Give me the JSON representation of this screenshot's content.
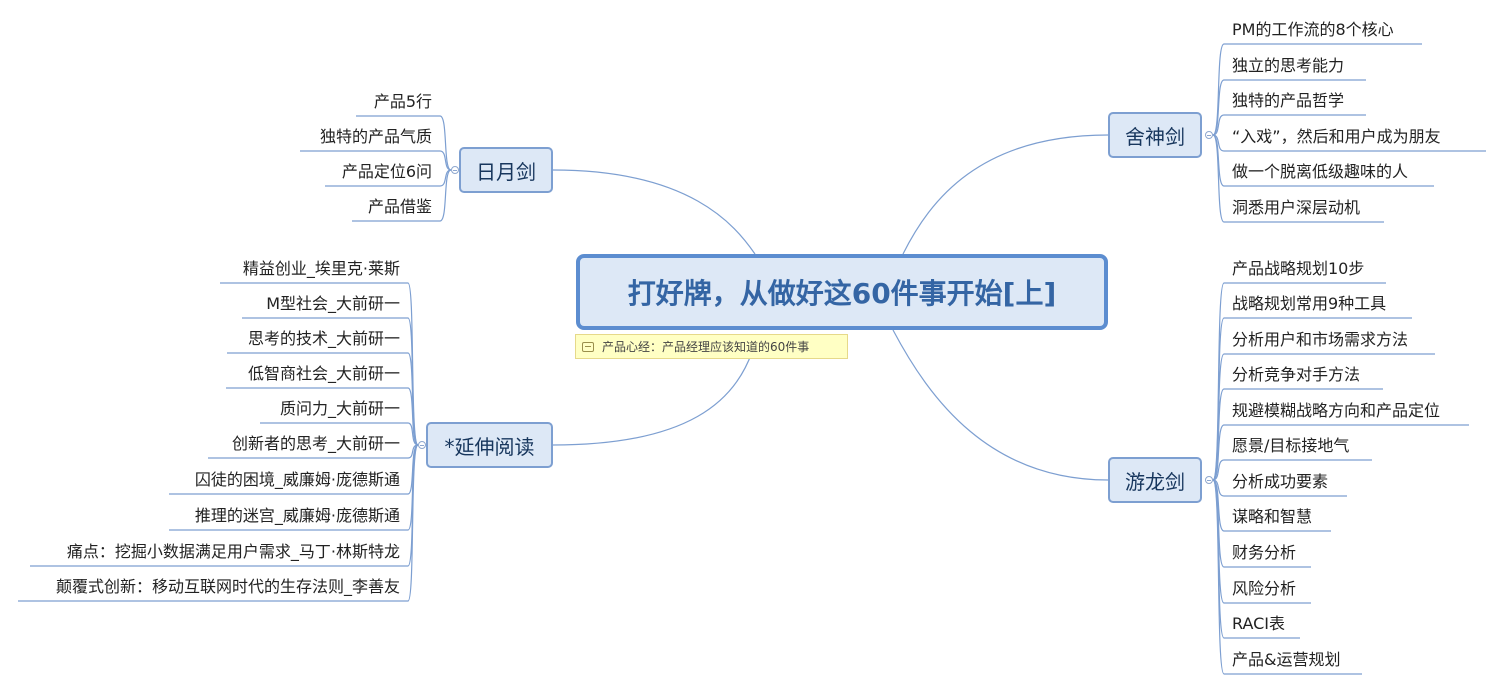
{
  "central": {
    "title": "打好牌，从做好这60件事开始[上]"
  },
  "note": {
    "text": "产品心经：产品经理应该知道的60件事"
  },
  "colors": {
    "line": "#7d9fd1",
    "topic_fill": "#dde8f6",
    "central_border": "#5c8dd0",
    "note_fill": "#ffffc4"
  },
  "icons": {
    "note": "note-icon",
    "collapse": "collapse-toggle-icon"
  },
  "branches": {
    "riyue": {
      "label": "日月剑",
      "items": [
        "产品5行",
        "独特的产品气质",
        "产品定位6问",
        "产品借鉴"
      ]
    },
    "yanshen": {
      "label": "*延伸阅读",
      "items": [
        "精益创业_埃里克·莱斯",
        "M型社会_大前研一",
        "思考的技术_大前研一",
        "低智商社会_大前研一",
        "质问力_大前研一",
        "创新者的思考_大前研一",
        "囚徒的困境_威廉姆·庞德斯通",
        "推理的迷宫_威廉姆·庞德斯通",
        "痛点：挖掘小数据满足用户需求_马丁·林斯特龙",
        "颠覆式创新：移动互联网时代的生存法则_李善友"
      ]
    },
    "sheshen": {
      "label": "舍神剑",
      "items": [
        "PM的工作流的8个核心",
        "独立的思考能力",
        "独特的产品哲学",
        "“入戏”，然后和用户成为朋友",
        "做一个脱离低级趣味的人",
        "洞悉用户深层动机"
      ]
    },
    "youlong": {
      "label": "游龙剑",
      "items": [
        "产品战略规划10步",
        "战略规划常用9种工具",
        "分析用户和市场需求方法",
        "分析竞争对手方法",
        "规避模糊战略方向和产品定位",
        "愿景/目标接地气",
        "分析成功要素",
        "谋略和智慧",
        "财务分析",
        "风险分析",
        "RACI表",
        "产品&运营规划"
      ]
    }
  }
}
